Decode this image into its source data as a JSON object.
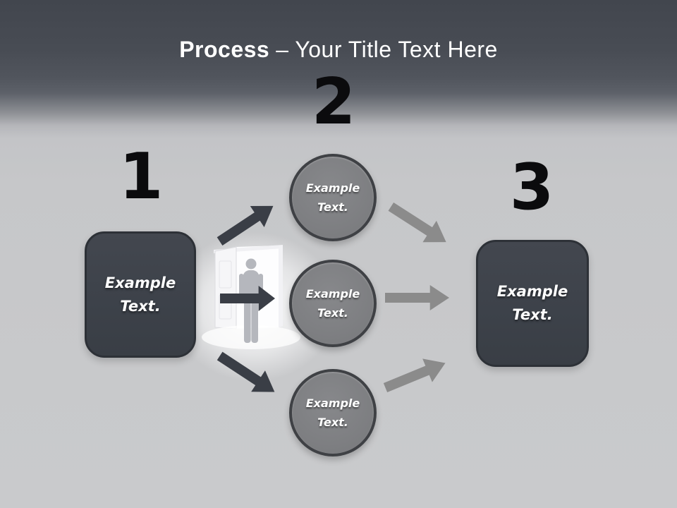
{
  "title": {
    "bold": "Process",
    "rest": "– Your Title Text Here"
  },
  "steps": {
    "one": {
      "number": "1",
      "label": "Example Text."
    },
    "two": {
      "number": "2",
      "circles": [
        {
          "label": "Example Text."
        },
        {
          "label": "Example Text."
        },
        {
          "label": "Example Text."
        }
      ]
    },
    "three": {
      "number": "3",
      "label": "Example Text."
    }
  },
  "icons": {
    "person": "person-silhouette-icon",
    "door": "open-door-photo",
    "arrows": [
      "arrow-right-up",
      "arrow-right",
      "arrow-right-down",
      "arrow-right-down",
      "arrow-right",
      "arrow-right-up"
    ]
  },
  "colors": {
    "header_dark": "#42464e",
    "body_light": "#c7c8ca",
    "title_text": "#ffffff",
    "number_text": "#0b0b0d",
    "box_fill": "#3d424a",
    "box_border": "#2d3137",
    "circle_fill": "#7e7f82",
    "circle_border": "#3f4145",
    "arrow_dark": "#3a3e46",
    "arrow_light": "#8b8b8b",
    "silhouette": "#b5b7bd",
    "doorway": "#fdfdfe"
  }
}
